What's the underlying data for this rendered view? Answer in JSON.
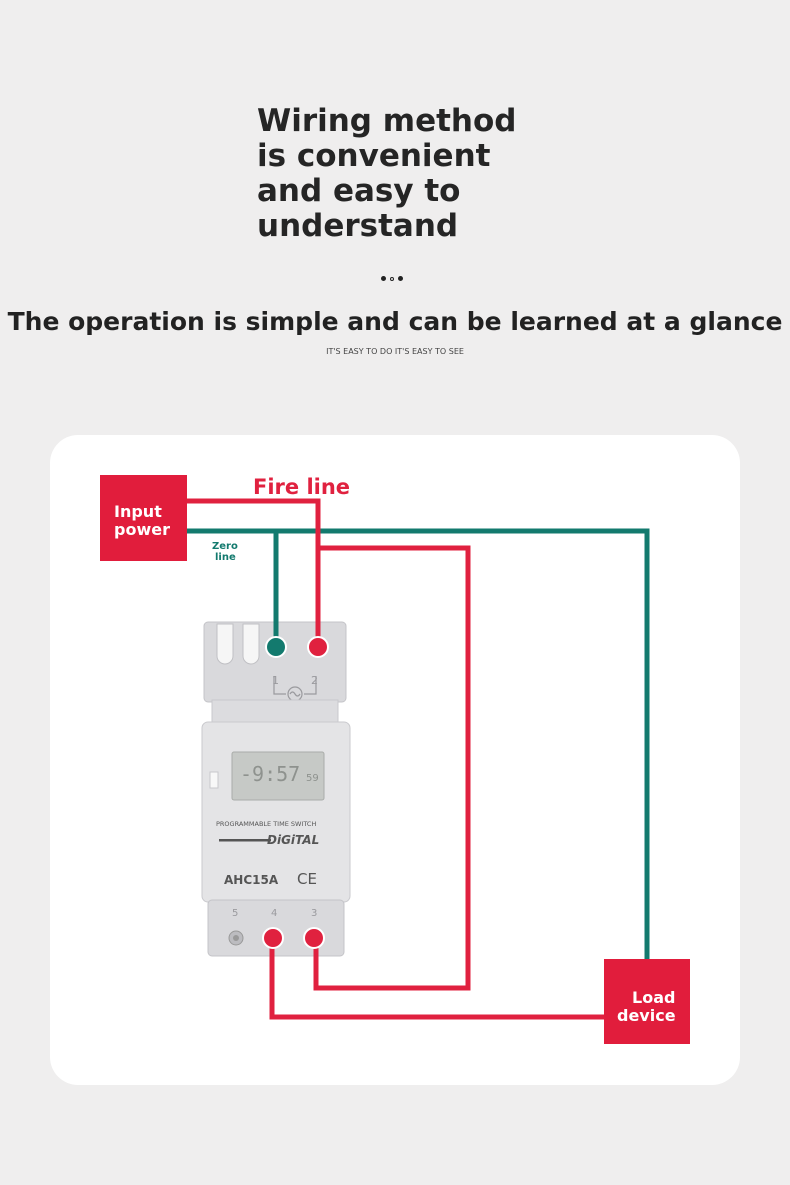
{
  "header": {
    "headline_lines": [
      "Wiring method",
      "is convenient",
      "and easy to",
      "understand"
    ],
    "subtitle": "The operation is simple and can be learned at a glance",
    "caption": "IT'S EASY TO DO IT'S EASY TO SEE"
  },
  "diagram": {
    "input_power_label": [
      "Input",
      "power"
    ],
    "fire_line_label": "Fire line",
    "zero_line_label": [
      "Zero",
      "line"
    ],
    "load_device_label": [
      "Load",
      "device"
    ],
    "device": {
      "top_terminal_1": "1",
      "top_terminal_2": "2",
      "bottom_terminal_5": "5",
      "bottom_terminal_4": "4",
      "bottom_terminal_3": "3",
      "display_text": "-9:57",
      "display_small": "59",
      "brand_line": "PROGRAMMABLE TIME SWITCH",
      "brand_logo": "DiGiTAL",
      "model": "AHC15A",
      "cert_mark": "CE"
    },
    "colors": {
      "fire": "#e0213f",
      "zero": "#137a6e",
      "box": "#e11d3c"
    }
  }
}
